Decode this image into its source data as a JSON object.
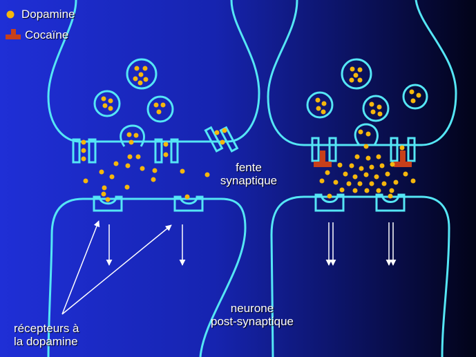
{
  "legend": {
    "dopamine": "Dopamine",
    "cocaine": "Cocaïne"
  },
  "labels": {
    "cleft_line1": "fente",
    "cleft_line2": "synaptique",
    "neuron_line1": "neurone",
    "neuron_line2": "post-synaptique",
    "receptors_line1": "récepteurs à",
    "receptors_line2": "la dopamine"
  },
  "colors": {
    "membrane": "#55e6f5",
    "dopamine": "#f6b70c",
    "cocaine": "#c8401a",
    "text": "#ffffff"
  }
}
